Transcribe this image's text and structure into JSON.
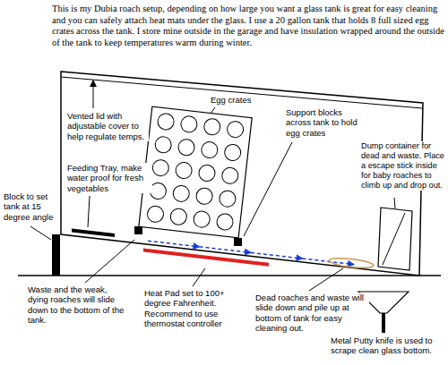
{
  "diagram": {
    "labels": [
      "This is my Dubia roach setup, depending on how large you want a glass tank is great for easy cleaning and you can safely attach heat mats under the glass. I use a 20 gallon tank that holds 8 full sized egg crates across the tank. I store mine outside in the garage and have insulation wrapped around the outside of the tank to keep temperatures warm during winter.",
      "Vented lid with adjustable cover to help regulate temps.",
      "Egg crates",
      "Support blocks across tank to hold egg crates",
      "Feeding Tray, make water proof for fresh vegetables",
      "Block to set tank at 15 degree angle",
      "Dump container for dead and waste. Place a escape stick inside for baby roaches to climb up and drop out.",
      "Waste and the weak, dying roaches will slide down to the bottom of the tank.",
      "Heat Pad set to 100+ degree Fahrenheit. Recommend to use thermostat controller",
      "Dead roaches and waste will slide down and pile up at bottom of tank for easy cleaning out.",
      "Metal Putty knife is used to scrape clean glass bottom."
    ]
  }
}
